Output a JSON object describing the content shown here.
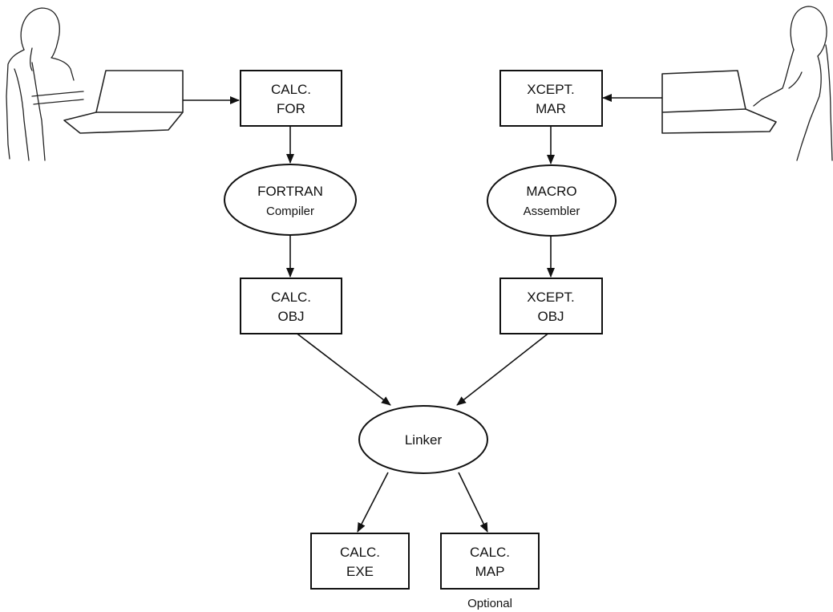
{
  "nodes": {
    "calc_for": {
      "line1": "CALC.",
      "line2": "FOR"
    },
    "xcept_mar": {
      "line1": "XCEPT.",
      "line2": "MAR"
    },
    "fortran": {
      "line1": "FORTRAN",
      "line2": "Compiler"
    },
    "macro": {
      "line1": "MACRO",
      "line2": "Assembler"
    },
    "calc_obj": {
      "line1": "CALC.",
      "line2": "OBJ"
    },
    "xcept_obj": {
      "line1": "XCEPT.",
      "line2": "OBJ"
    },
    "linker": {
      "label": "Linker"
    },
    "calc_exe": {
      "line1": "CALC.",
      "line2": "EXE"
    },
    "calc_map": {
      "line1": "CALC.",
      "line2": "MAP"
    }
  },
  "annotations": {
    "optional": "Optional"
  },
  "edges": [
    {
      "from": "left-terminal",
      "to": "calc_for"
    },
    {
      "from": "right-terminal",
      "to": "xcept_mar"
    },
    {
      "from": "calc_for",
      "to": "fortran"
    },
    {
      "from": "xcept_mar",
      "to": "macro"
    },
    {
      "from": "fortran",
      "to": "calc_obj"
    },
    {
      "from": "macro",
      "to": "xcept_obj"
    },
    {
      "from": "calc_obj",
      "to": "linker"
    },
    {
      "from": "xcept_obj",
      "to": "linker"
    },
    {
      "from": "linker",
      "to": "calc_exe"
    },
    {
      "from": "linker",
      "to": "calc_map"
    }
  ],
  "colors": {
    "ink": "#111111",
    "background": "#ffffff"
  }
}
